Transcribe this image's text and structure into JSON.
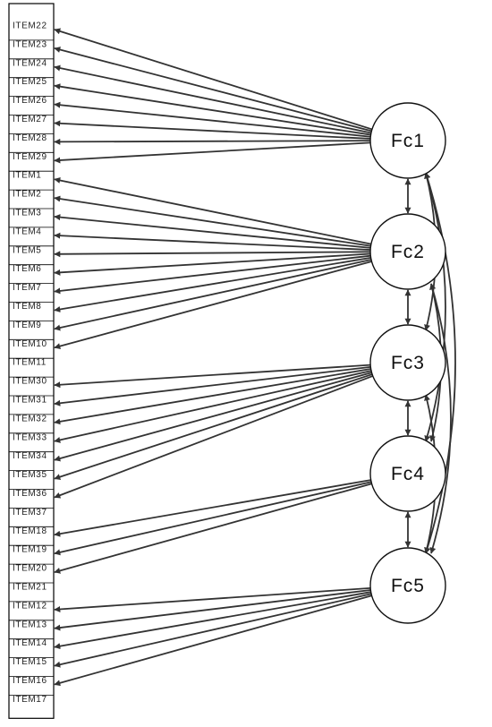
{
  "items": [
    "ITEM22",
    "ITEM23",
    "ITEM24",
    "ITEM25",
    "ITEM26",
    "ITEM27",
    "ITEM28",
    "ITEM29",
    "ITEM1",
    "ITEM2",
    "ITEM3",
    "ITEM4",
    "ITEM5",
    "ITEM6",
    "ITEM7",
    "ITEM8",
    "ITEM9",
    "ITEM10",
    "ITEM11",
    "ITEM30",
    "ITEM31",
    "ITEM32",
    "ITEM33",
    "ITEM34",
    "ITEM35",
    "ITEM36",
    "ITEM37",
    "ITEM18",
    "ITEM19",
    "ITEM20",
    "ITEM21",
    "ITEM12",
    "ITEM13",
    "ITEM14",
    "ITEM15",
    "ITEM16",
    "ITEM17"
  ],
  "factors": [
    "Fc1",
    "Fc2",
    "Fc3",
    "Fc4",
    "Fc5"
  ],
  "loadings": [
    {
      "factor": "Fc1",
      "items": [
        "ITEM22",
        "ITEM23",
        "ITEM24",
        "ITEM25",
        "ITEM26",
        "ITEM27",
        "ITEM28",
        "ITEM29"
      ]
    },
    {
      "factor": "Fc2",
      "items": [
        "ITEM1",
        "ITEM2",
        "ITEM3",
        "ITEM4",
        "ITEM5",
        "ITEM6",
        "ITEM7",
        "ITEM8",
        "ITEM9",
        "ITEM10"
      ]
    },
    {
      "factor": "Fc3",
      "items": [
        "ITEM30",
        "ITEM31",
        "ITEM32",
        "ITEM33",
        "ITEM34",
        "ITEM35",
        "ITEM36"
      ]
    },
    {
      "factor": "Fc4",
      "items": [
        "ITEM18",
        "ITEM19",
        "ITEM20"
      ]
    },
    {
      "factor": "Fc5",
      "items": [
        "ITEM12",
        "ITEM13",
        "ITEM14",
        "ITEM15",
        "ITEM16"
      ]
    }
  ],
  "covariances": [
    [
      "Fc1",
      "Fc2"
    ],
    [
      "Fc2",
      "Fc3"
    ],
    [
      "Fc3",
      "Fc4"
    ],
    [
      "Fc4",
      "Fc5"
    ],
    [
      "Fc1",
      "Fc3"
    ],
    [
      "Fc1",
      "Fc4"
    ],
    [
      "Fc1",
      "Fc5"
    ],
    [
      "Fc2",
      "Fc4"
    ],
    [
      "Fc2",
      "Fc5"
    ],
    [
      "Fc3",
      "Fc5"
    ]
  ],
  "colors": {
    "line": "#333333",
    "border": "#000000",
    "background": "#ffffff"
  }
}
